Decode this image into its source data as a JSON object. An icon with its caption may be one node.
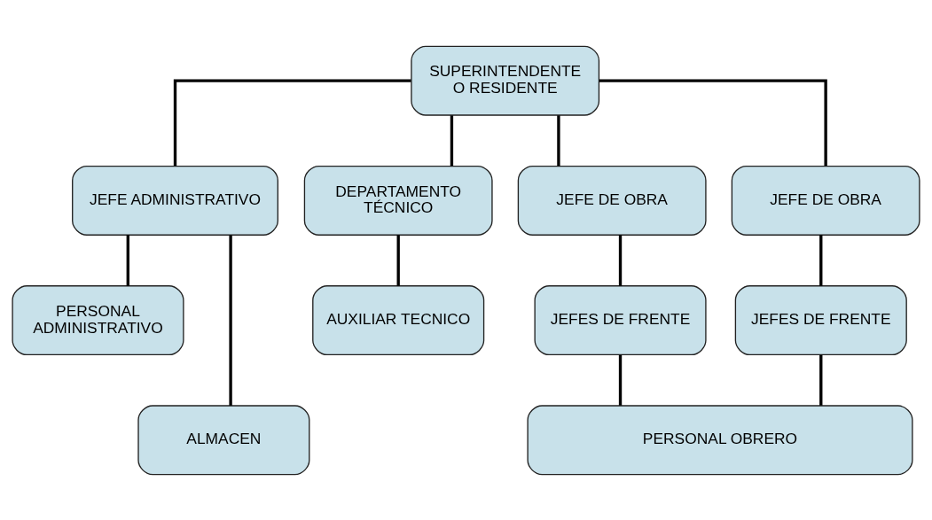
{
  "diagram": {
    "nodes": [
      {
        "text": [
          "SUPERINTENDENTE O RESIDENTE"
        ]
      },
      {
        "text": [
          "JEFE ADMINISTRATIVO"
        ]
      },
      {
        "text": [
          "DEPARTAMENTO TÉCNICO"
        ]
      },
      {
        "text": [
          "JEFE DE OBRA"
        ]
      },
      {
        "text": [
          "JEFE DE OBRA"
        ]
      },
      {
        "text": [
          "PERSONAL ADMINISTRATIVO"
        ]
      },
      {
        "text": [
          "AUXILIAR TECNICO"
        ]
      },
      {
        "text": [
          "JEFES DE FRENTE"
        ]
      },
      {
        "text": [
          "JEFES DE FRENTE"
        ]
      },
      {
        "text": [
          "ALMACEN"
        ]
      },
      {
        "text": [
          "PERSONAL OBRERO"
        ]
      }
    ],
    "edges": [
      {
        "from": 0,
        "to": 1,
        "arrow": "none"
      },
      {
        "from": 0,
        "to": 2,
        "arrow": "none"
      },
      {
        "from": 0,
        "to": 3,
        "arrow": "none"
      },
      {
        "from": 0,
        "to": 4,
        "arrow": "none"
      },
      {
        "from": 1,
        "to": 5,
        "arrow": "none"
      },
      {
        "from": 1,
        "to": 9,
        "arrow": "none"
      },
      {
        "from": 2,
        "to": 6,
        "arrow": "none"
      },
      {
        "from": 3,
        "to": 7,
        "arrow": "none"
      },
      {
        "from": 4,
        "to": 8,
        "arrow": "none"
      },
      {
        "from": 7,
        "to": 10,
        "arrow": "none"
      },
      {
        "from": 8,
        "to": 10,
        "arrow": "none"
      }
    ]
  }
}
